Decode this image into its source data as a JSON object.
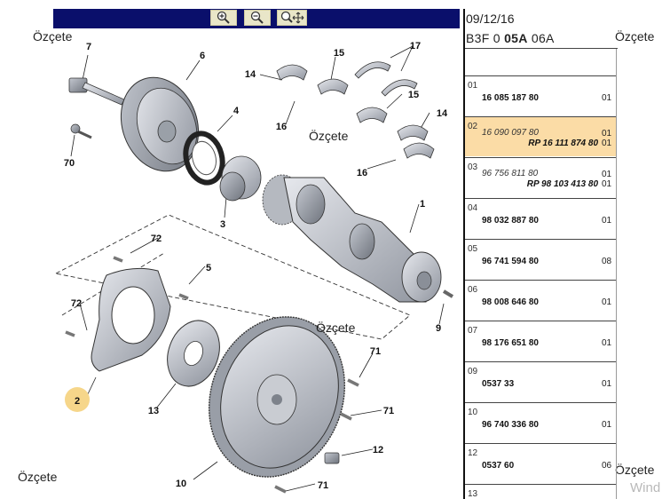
{
  "toolbar": {
    "buttons": [
      {
        "icon": "zoom-in-icon"
      },
      {
        "icon": "zoom-out-icon"
      },
      {
        "icon": "zoom-move-icon"
      }
    ],
    "colors": {
      "bar": "#0a0f6b",
      "button": "#e9e6c8"
    }
  },
  "watermarks": [
    "Özçete",
    "Özçete",
    "Özçete",
    "Özçete",
    "Özçete",
    "Özçete"
  ],
  "windows_watermark": "Wind",
  "diagram": {
    "callouts": [
      "7",
      "6",
      "70",
      "4",
      "14",
      "15",
      "17",
      "15",
      "16",
      "16",
      "14",
      "3",
      "1",
      "72",
      "5",
      "72",
      "9",
      "13",
      "71",
      "71",
      "2",
      "12",
      "10",
      "71"
    ],
    "selected_callout": "2",
    "highlight_color": "#f6d68a"
  },
  "panel": {
    "date": "09/12/16",
    "code": {
      "a": "B3F",
      "b": "0",
      "c": "05A",
      "d": "06A"
    },
    "selected_color": "#fbdca6",
    "rows": [
      {
        "num": "01",
        "ref": "16 085 187 80",
        "qty": "01"
      },
      {
        "num": "02",
        "ref": "16 090 097 80",
        "sub": "RP 16 111 874 80",
        "qty1": "01",
        "qty2": "01"
      },
      {
        "num": "03",
        "ref": "96 756 811 80",
        "sub": "RP 98 103 413 80",
        "qty1": "01",
        "qty2": "01"
      },
      {
        "num": "04",
        "ref": "98 032 887 80",
        "qty": "01"
      },
      {
        "num": "05",
        "ref": "96 741 594 80",
        "qty": "08"
      },
      {
        "num": "06",
        "ref": "98 008 646 80",
        "qty": "01"
      },
      {
        "num": "07",
        "ref": "98 176 651 80",
        "qty": "01"
      },
      {
        "num": "09",
        "ref": "0537 33",
        "qty": "01"
      },
      {
        "num": "10",
        "ref": "96 740 336 80",
        "qty": "01"
      },
      {
        "num": "12",
        "ref": "0537 60",
        "qty": "06"
      },
      {
        "num": "13"
      }
    ]
  }
}
